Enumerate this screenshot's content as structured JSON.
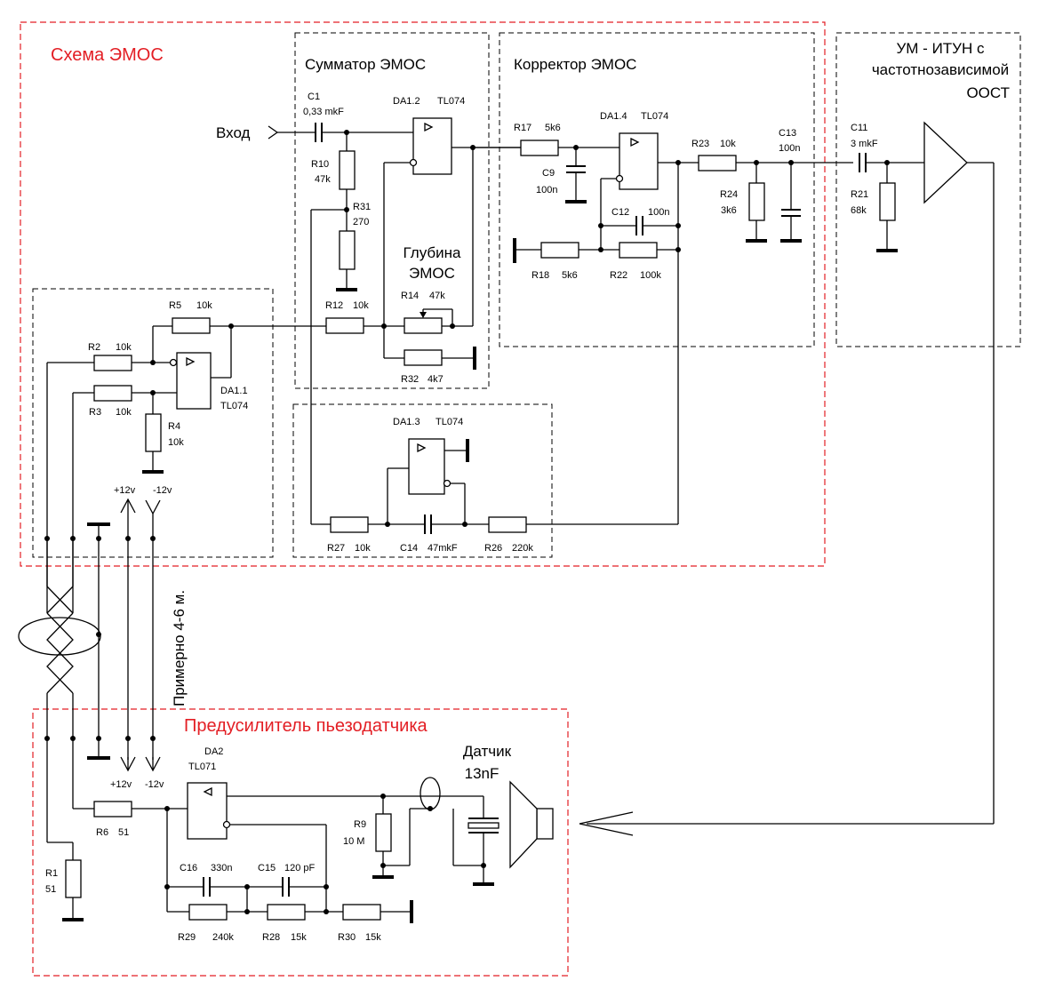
{
  "blocks": {
    "emos_scheme": "Схема ЭМОС",
    "summator": "Сумматор ЭМОС",
    "corrector": "Корректор ЭМОС",
    "amplifier": [
      "УМ - ИТУН с",
      "частотнозависимой",
      "ООСТ"
    ],
    "preamp": "Предусилитель пьезодатчика"
  },
  "labels": {
    "input": "Вход",
    "depth": [
      "Глубина",
      "ЭМОС"
    ],
    "sensor": [
      "Датчик",
      "13nF"
    ],
    "cable_length": "Примерно 4-6 м.",
    "plus12_top": "+12v",
    "minus12_top": "-12v",
    "plus12_bot": "+12v",
    "minus12_bot": "-12v"
  },
  "components": {
    "C1": [
      "C1",
      "0,33 mkF"
    ],
    "R10": [
      "R10",
      "47k"
    ],
    "R31": [
      "R31",
      "270"
    ],
    "DA1_2": [
      "DA1.2",
      "TL074"
    ],
    "R14": [
      "R14",
      "47k"
    ],
    "R12": [
      "R12",
      "10k"
    ],
    "R32": [
      "R32",
      "4k7"
    ],
    "R17": [
      "R17",
      "5k6"
    ],
    "C9": [
      "C9",
      "100n"
    ],
    "DA1_4": [
      "DA1.4",
      "TL074"
    ],
    "R23": [
      "R23",
      "10k"
    ],
    "C13": [
      "C13",
      "100n"
    ],
    "R24": [
      "R24",
      "3k6"
    ],
    "C12": [
      "C12",
      "100n"
    ],
    "R18": [
      "R18",
      "5k6"
    ],
    "R22": [
      "R22",
      "100k"
    ],
    "C11": [
      "C11",
      "3 mkF"
    ],
    "R21": [
      "R21",
      "68k"
    ],
    "R5": [
      "R5",
      "10k"
    ],
    "R2": [
      "R2",
      "10k"
    ],
    "R3": [
      "R3",
      "10k"
    ],
    "R4": [
      "R4",
      "10k"
    ],
    "DA1_1": [
      "DA1.1",
      "TL074"
    ],
    "DA1_3": [
      "DA1.3",
      "TL074"
    ],
    "R27": [
      "R27",
      "10k"
    ],
    "C14": [
      "C14",
      "47mkF"
    ],
    "R26": [
      "R26",
      "220k"
    ],
    "DA2": [
      "DA2",
      "TL071"
    ],
    "R6": [
      "R6",
      "51"
    ],
    "R9": [
      "R9",
      "10 M"
    ],
    "R1": [
      "R1",
      "51"
    ],
    "C16": [
      "C16",
      "330n"
    ],
    "C15": [
      "C15",
      "120 pF"
    ],
    "R29": [
      "R29",
      "240k"
    ],
    "R28": [
      "R28",
      "15k"
    ],
    "R30": [
      "R30",
      "15k"
    ]
  },
  "colors": {
    "block_border_red": "#e31e24",
    "wire": "#000000"
  }
}
